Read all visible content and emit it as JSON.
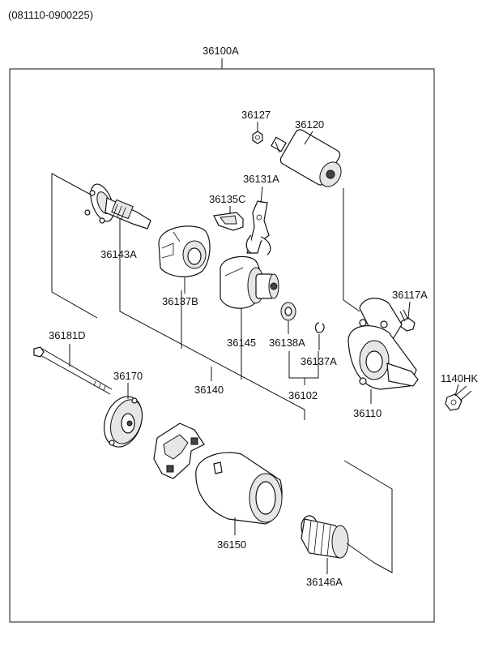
{
  "header": {
    "range": "(081110-0900225)"
  },
  "assembly": {
    "label": "36100A"
  },
  "parts": {
    "p36127": "36127",
    "p36120": "36120",
    "p36131A": "36131A",
    "p36135C": "36135C",
    "p36143A": "36143A",
    "p36137B": "36137B",
    "p36117A": "36117A",
    "p36145": "36145",
    "p36138A": "36138A",
    "p36137A": "36137A",
    "p36181D": "36181D",
    "p36170": "36170",
    "p36140": "36140",
    "p36102": "36102",
    "p1140HK": "1140HK",
    "p36110": "36110",
    "p36150": "36150",
    "p36146A": "36146A"
  }
}
